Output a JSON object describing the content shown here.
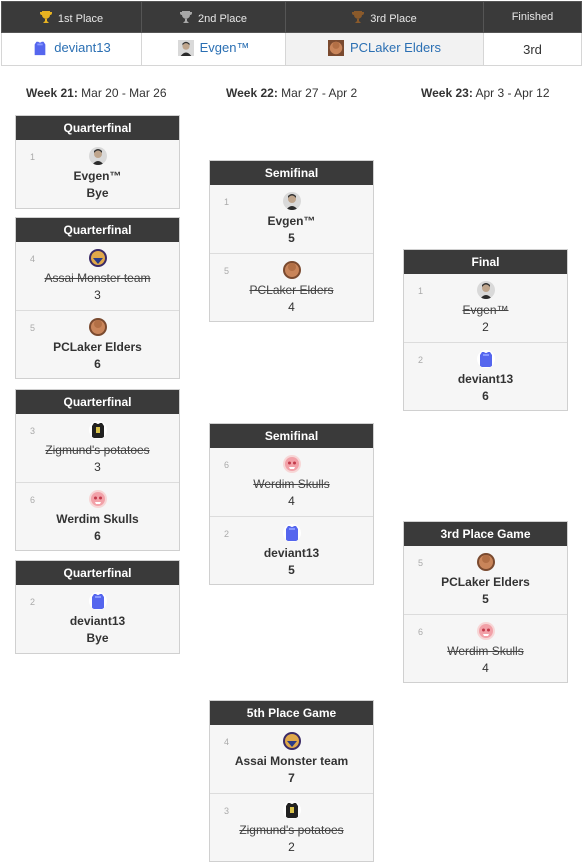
{
  "standings": {
    "headers": {
      "first": "1st Place",
      "second": "2nd Place",
      "third": "3rd Place",
      "finished": "Finished"
    },
    "first_team": "deviant13",
    "second_team": "Evgen™",
    "third_team": "PCLaker Elders",
    "finished_value": "3rd",
    "colors": {
      "gold": "#e8b321",
      "silver": "#a8a8a8",
      "bronze": "#8a5a2b",
      "link": "#2a6fb3"
    }
  },
  "weeks": [
    {
      "label": "Week 21:",
      "dates": " Mar 20 - Mar 26"
    },
    {
      "label": "Week 22:",
      "dates": " Mar 27 - Apr 2"
    },
    {
      "label": "Week 23:",
      "dates": " Apr 3 - Apr 12"
    }
  ],
  "matches": {
    "qf1": {
      "title": "Quarterfinal",
      "teams": [
        {
          "seed": "1",
          "name": "Evgen™",
          "score": "Bye"
        }
      ]
    },
    "qf2": {
      "title": "Quarterfinal",
      "teams": [
        {
          "seed": "4",
          "name": "Assai Monster team",
          "score": "3"
        },
        {
          "seed": "5",
          "name": "PCLaker Elders",
          "score": "6"
        }
      ]
    },
    "qf3": {
      "title": "Quarterfinal",
      "teams": [
        {
          "seed": "3",
          "name": "Zigmund's potatoes",
          "score": "3"
        },
        {
          "seed": "6",
          "name": "Werdim Skulls",
          "score": "6"
        }
      ]
    },
    "qf4": {
      "title": "Quarterfinal",
      "teams": [
        {
          "seed": "2",
          "name": "deviant13",
          "score": "Bye"
        }
      ]
    },
    "sf1": {
      "title": "Semifinal",
      "teams": [
        {
          "seed": "1",
          "name": "Evgen™",
          "score": "5"
        },
        {
          "seed": "5",
          "name": "PCLaker Elders",
          "score": "4"
        }
      ]
    },
    "sf2": {
      "title": "Semifinal",
      "teams": [
        {
          "seed": "6",
          "name": "Werdim Skulls",
          "score": "4"
        },
        {
          "seed": "2",
          "name": "deviant13",
          "score": "5"
        }
      ]
    },
    "fifth": {
      "title": "5th Place Game",
      "teams": [
        {
          "seed": "4",
          "name": "Assai Monster team",
          "score": "7"
        },
        {
          "seed": "3",
          "name": "Zigmund's potatoes",
          "score": "2"
        }
      ]
    },
    "final": {
      "title": "Final",
      "teams": [
        {
          "seed": "1",
          "name": "Evgen™",
          "score": "2"
        },
        {
          "seed": "2",
          "name": "deviant13",
          "score": "6"
        }
      ]
    },
    "third": {
      "title": "3rd Place Game",
      "teams": [
        {
          "seed": "5",
          "name": "PCLaker Elders",
          "score": "5"
        },
        {
          "seed": "6",
          "name": "Werdim Skulls",
          "score": "4"
        }
      ]
    }
  }
}
